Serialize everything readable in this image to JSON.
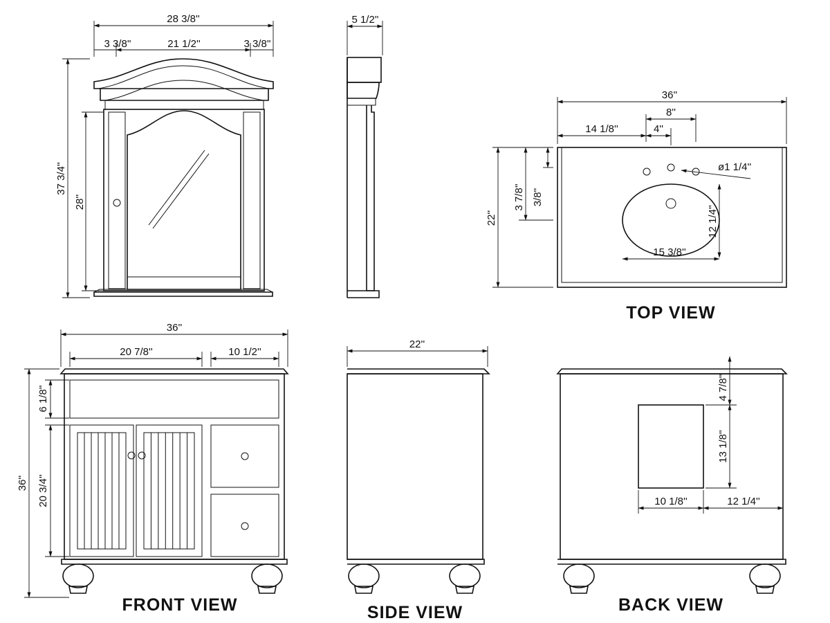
{
  "views": {
    "top_title": "TOP VIEW",
    "front_title": "FRONT VIEW",
    "side_title": "SIDE VIEW",
    "back_title": "BACK VIEW"
  },
  "mirror_front": {
    "overall_width": "28 3/8''",
    "left_frame": "3 3/8''",
    "center_opening": "21 1/2''",
    "right_frame": "3 3/8''",
    "overall_height": "37 3/4''",
    "door_height": "28''"
  },
  "mirror_side": {
    "depth": "5 1/2''"
  },
  "top": {
    "width": "36''",
    "faucet_spread": "8''",
    "edge_to_faucet": "14 1/8''",
    "faucet_half": "4''",
    "hole_diameter": "ø1 1/4''",
    "depth": "22''",
    "edge_to_bowl": "3 7/8''",
    "edge_to_holes": "3/8''",
    "bowl_depth": "12 1/4''",
    "bowl_width": "15 3/8''"
  },
  "vanity_front": {
    "width": "36''",
    "door_section": "20 7/8''",
    "drawer_section": "10 1/2''",
    "height": "36''",
    "false_front": "6 1/8''",
    "door_height": "20 3/4''"
  },
  "vanity_side": {
    "depth": "22''"
  },
  "vanity_back": {
    "top_offset": "4 7/8''",
    "opening_height": "13 1/8''",
    "opening_width": "10 1/8''",
    "right_offset": "12 1/4''"
  }
}
